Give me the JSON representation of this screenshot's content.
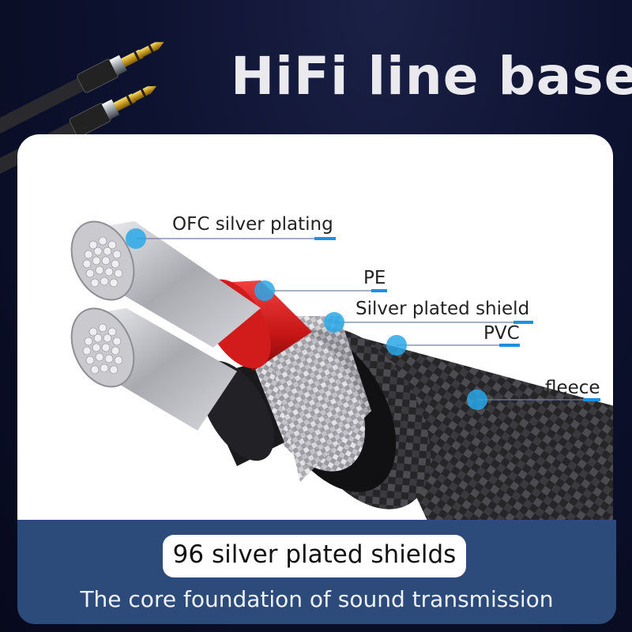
{
  "title": "HiFi line base",
  "callouts": [
    {
      "label": "OFC silver plating"
    },
    {
      "label": "PE"
    },
    {
      "label": "Silver plated shield"
    },
    {
      "label": "PVC"
    },
    {
      "label": "fleece"
    }
  ],
  "badge_text": "96 silver plated shields",
  "subtitle": "The core foundation of sound transmission",
  "colors": {
    "background": "#0b1029",
    "band": "#2c4a7a",
    "accent": "#29a8e8",
    "pe_red": "#d81f1f"
  }
}
